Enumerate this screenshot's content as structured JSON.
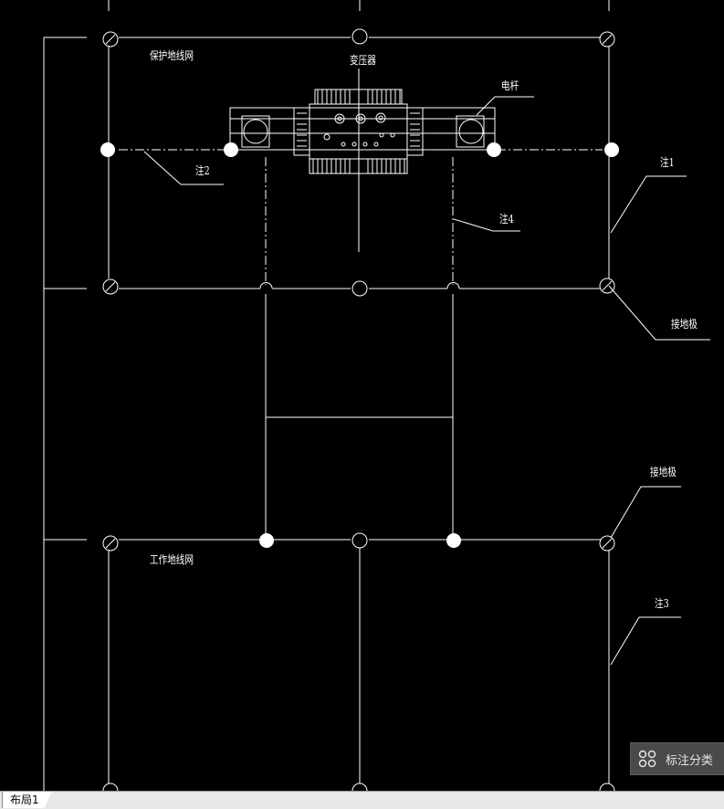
{
  "drawing": {
    "labels": {
      "protective_grid": "保护地线网",
      "transformer": "变压器",
      "pole": "电杆",
      "note1": "注1",
      "note2": "注2",
      "note3": "注3",
      "note4": "注4",
      "ground_electrode_upper": "接地极",
      "ground_electrode_lower": "接地极",
      "working_grid": "工作地线网"
    },
    "colors": {
      "background": "#000000",
      "line": "#ffffff"
    }
  },
  "float_panel": {
    "label": "标注分类",
    "icon": "grid-icon"
  },
  "layout_tabs": [
    {
      "label": "布局1"
    }
  ]
}
